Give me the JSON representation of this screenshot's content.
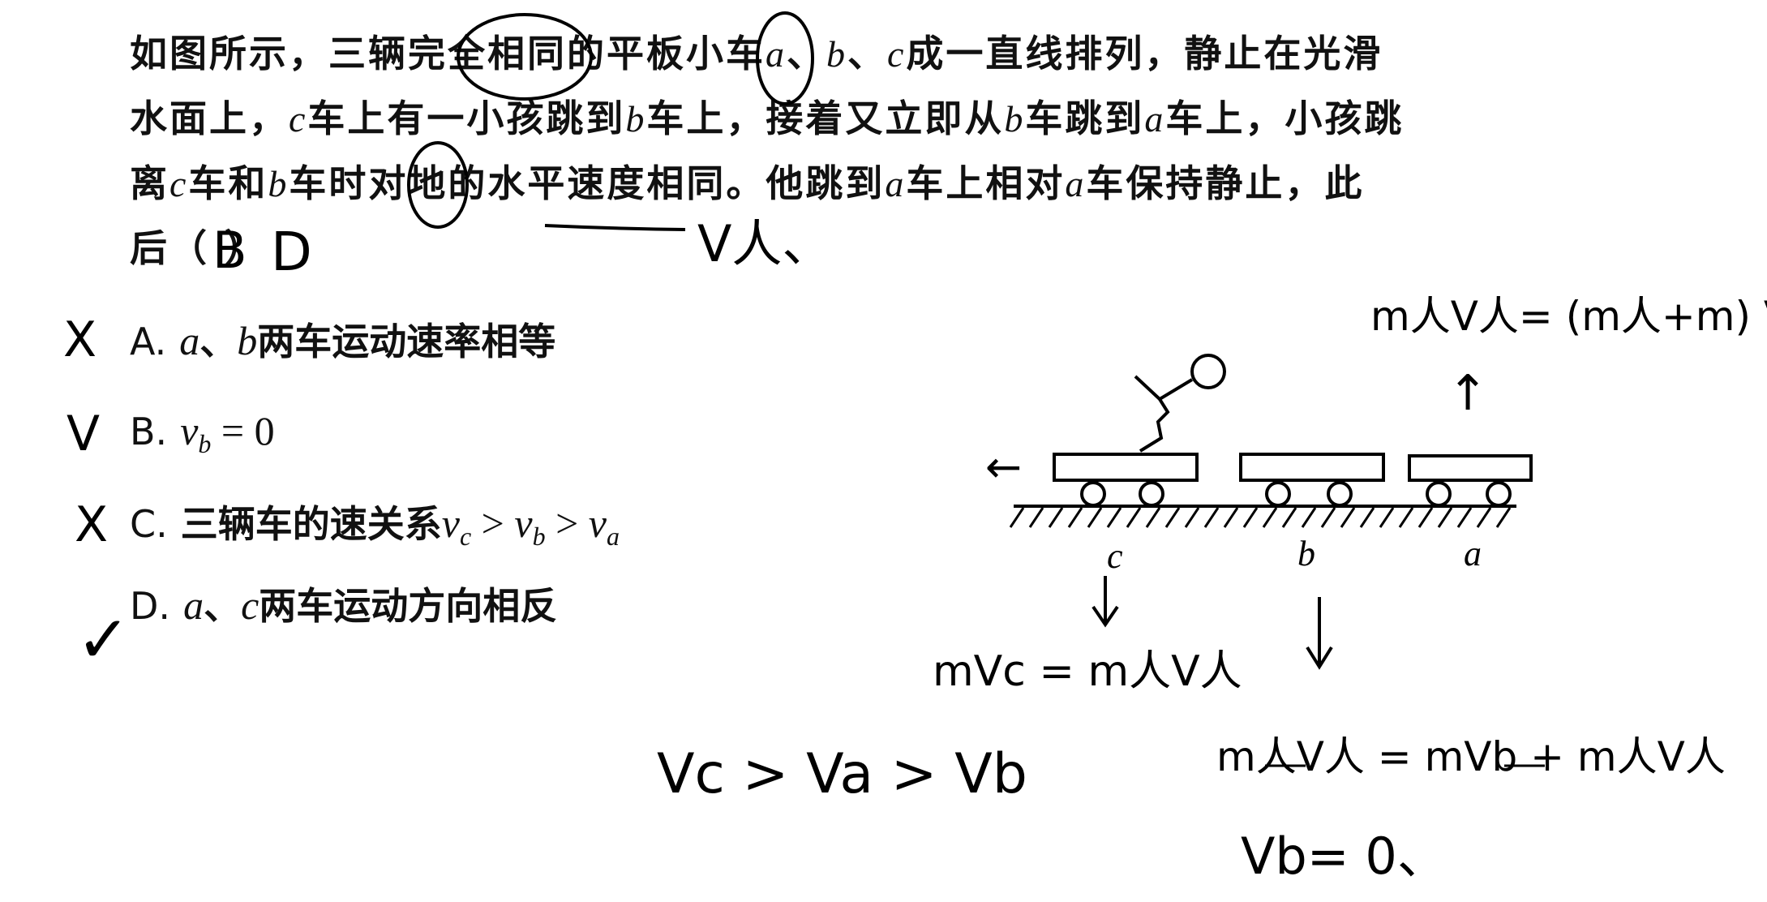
{
  "question": {
    "line1_a": "如图所示，三辆完全相同的平板小车",
    "line1_var_a": "a",
    "line1_sep1": "、",
    "line1_var_b": "b",
    "line1_sep2": "、",
    "line1_var_c": "c",
    "line1_b": "成一直线排列，静止在光滑",
    "line2_a": "水面上，",
    "line2_var_c": "c",
    "line2_b": "车上有一小孩跳到",
    "line2_var_b": "b",
    "line2_c": "车上，接着又立即从",
    "line2_var_b2": "b",
    "line2_d": "车跳到",
    "line2_var_a": "a",
    "line2_e": "车上，小孩跳",
    "line3_a": "离",
    "line3_var_c": "c",
    "line3_b": "车和",
    "line3_var_b": "b",
    "line3_c": "车时对地的水平速度相同。他跳到",
    "line3_var_a": "a",
    "line3_d": "车上相对",
    "line3_var_a2": "a",
    "line3_e": "车保持静止，此",
    "line4": "后（ ）"
  },
  "options": [
    {
      "label": "A.",
      "text_pre": "",
      "var1": "a",
      "sep": "、",
      "var2": "b",
      "text": "两车运动速率相等",
      "mark": "X"
    },
    {
      "label": "B.",
      "formula": "v",
      "sub": "b",
      "rest": " = 0",
      "mark": "V"
    },
    {
      "label": "C.",
      "text": "三辆车的速关系",
      "formula": "v",
      "sub_c": "c",
      "gt1": " > ",
      "sub_b": "b",
      "gt2": " > ",
      "sub_a": "a",
      "mark": "X"
    },
    {
      "label": "D.",
      "var1": "a",
      "sep": "、",
      "var2": "c",
      "text": "两车运动方向相反",
      "mark": "✓"
    }
  ],
  "handwriting": {
    "answer_B": "B",
    "answer_D": "D",
    "v_person": "V人、",
    "eq_a": "m人V人= (m人+m) Va、",
    "eq_c": "mVc  = m人V人",
    "eq_b": "m人V人 = mVb + m人V人",
    "vb_zero": "Vb= 0、",
    "order": "Vc  > Va > Vb",
    "arrow_left": "←",
    "arrow_up": "↑"
  },
  "diagram": {
    "cart_labels": [
      "c",
      "b",
      "a"
    ]
  }
}
